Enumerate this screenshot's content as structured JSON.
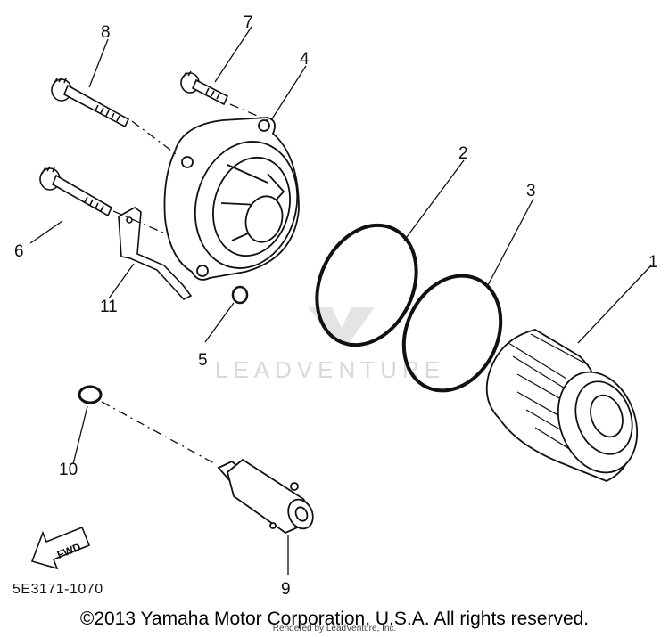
{
  "watermark": {
    "text": "LEADVENTURE"
  },
  "callouts": {
    "c1": "1",
    "c2": "2",
    "c3": "3",
    "c4": "4",
    "c5": "5",
    "c6": "6",
    "c7": "7",
    "c8": "8",
    "c9": "9",
    "c10": "10",
    "c11": "11"
  },
  "fwd_arrow": {
    "label": "FWD"
  },
  "part_number": "5E3171-1070",
  "copyright": "©2013 Yamaha Motor Corporation, U.S.A. All rights reserved.",
  "rendered_by": "Rendered by LeadVenture, Inc."
}
